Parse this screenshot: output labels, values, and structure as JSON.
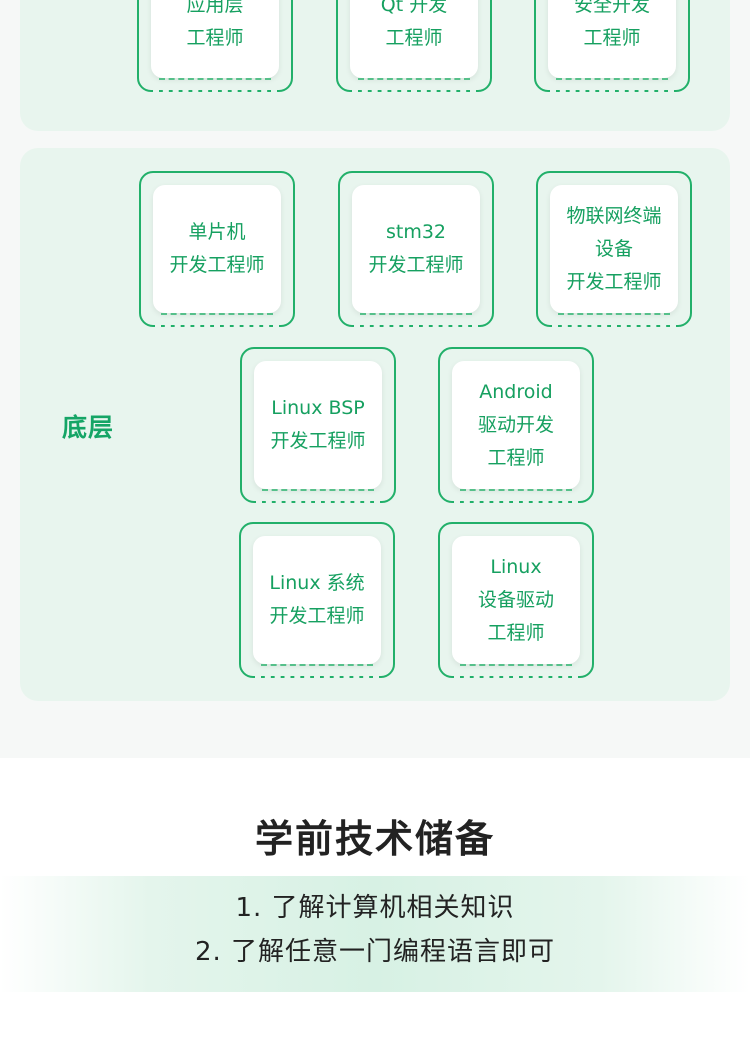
{
  "app_layer": {
    "cards": [
      {
        "lines": [
          "应用层",
          "工程师"
        ]
      },
      {
        "lines": [
          "Qt 开发",
          "工程师"
        ]
      },
      {
        "lines": [
          "安全开发",
          "工程师"
        ]
      }
    ]
  },
  "bottom_layer": {
    "label": "底层",
    "cards": [
      {
        "lines": [
          "单片机",
          "开发工程师"
        ]
      },
      {
        "lines": [
          "stm32",
          "开发工程师"
        ]
      },
      {
        "lines": [
          "物联网终端",
          "设备",
          "开发工程师"
        ]
      },
      {
        "lines": [
          "Linux BSP",
          "开发工程师"
        ]
      },
      {
        "lines": [
          "Android",
          "驱动开发",
          "工程师"
        ]
      },
      {
        "lines": [
          "Linux 系统",
          "开发工程师"
        ]
      },
      {
        "lines": [
          "Linux",
          "设备驱动",
          "工程师"
        ]
      }
    ]
  },
  "prerequisites": {
    "title": "学前技术储备",
    "items": [
      "1. 了解计算机相关知识",
      "2. 了解任意一门编程语言即可"
    ]
  },
  "colors": {
    "accent": "#16a060",
    "border": "#22b06a",
    "panel_bg": "#e8f5ee",
    "page_bg": "#f6f8f7"
  }
}
